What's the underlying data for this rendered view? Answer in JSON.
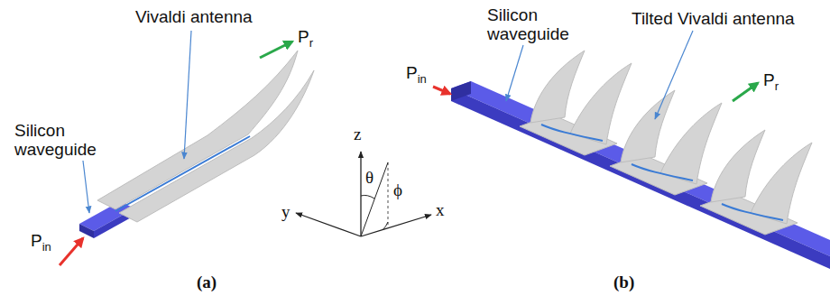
{
  "diagram": {
    "labels": [
      "Silicon waveguide",
      "Vivaldi antenna",
      "Pr",
      "Pin",
      "z",
      "θ",
      "ϕ",
      "y",
      "x",
      "(a)",
      "Silicon waveguide",
      "Tilted Vivaldi antenna",
      "Pin",
      "Pr",
      "(b)"
    ]
  }
}
